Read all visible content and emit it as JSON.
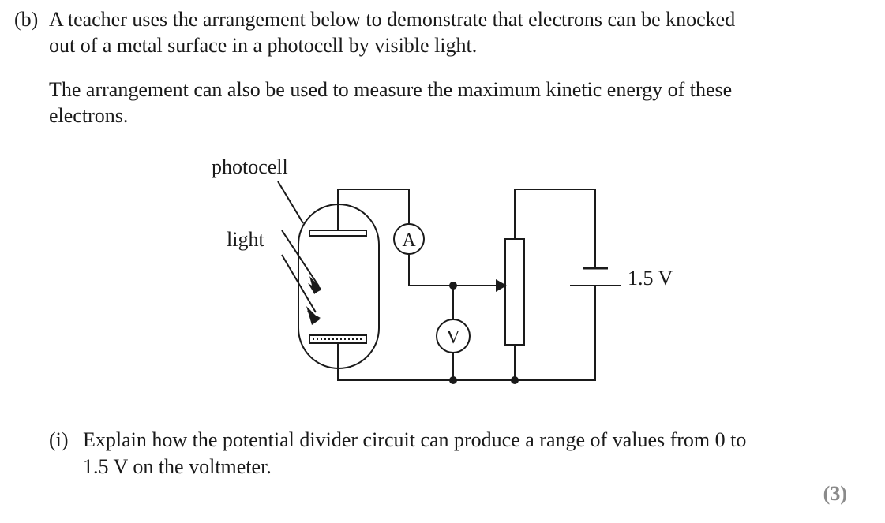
{
  "question": {
    "part_label": "(b)",
    "intro_line1": "A teacher uses the arrangement below to demonstrate that electrons can be knocked",
    "intro_line2": "out of a metal surface in a photocell by visible light.",
    "para_line1": "The arrangement can also be used to measure the maximum kinetic energy of these",
    "para_line2": "electrons."
  },
  "diagram": {
    "photocell_label": "photocell",
    "light_label": "light",
    "ammeter_letter": "A",
    "voltmeter_letter": "V",
    "battery_label": "1.5 V"
  },
  "subquestion": {
    "number": "(i)",
    "line1": "Explain how the potential divider circuit can produce a range of values from 0 to",
    "line2": "1.5 V on the voltmeter.",
    "marks": "(3)"
  }
}
